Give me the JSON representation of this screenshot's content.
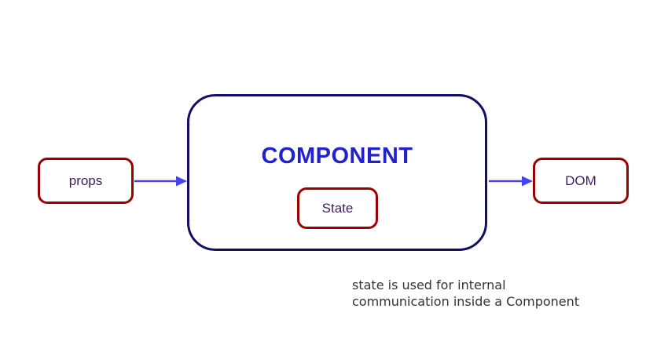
{
  "diagram": {
    "nodes": {
      "props": {
        "label": "props"
      },
      "component": {
        "label": "COMPONENT"
      },
      "state": {
        "label": "State"
      },
      "dom": {
        "label": "DOM"
      }
    },
    "caption": {
      "line1": "state is used for internal",
      "line2": "communication inside a Component"
    },
    "colors": {
      "background": "#ffffff",
      "red_box_border": "#990000",
      "component_border": "#101065",
      "component_title_text": "#2222cc",
      "node_label_text": "#3e1d63",
      "arrow": "#4444ee",
      "caption_text": "#333333"
    },
    "icons": {
      "arrow1": "arrow-right-icon",
      "arrow2": "arrow-right-icon"
    }
  }
}
